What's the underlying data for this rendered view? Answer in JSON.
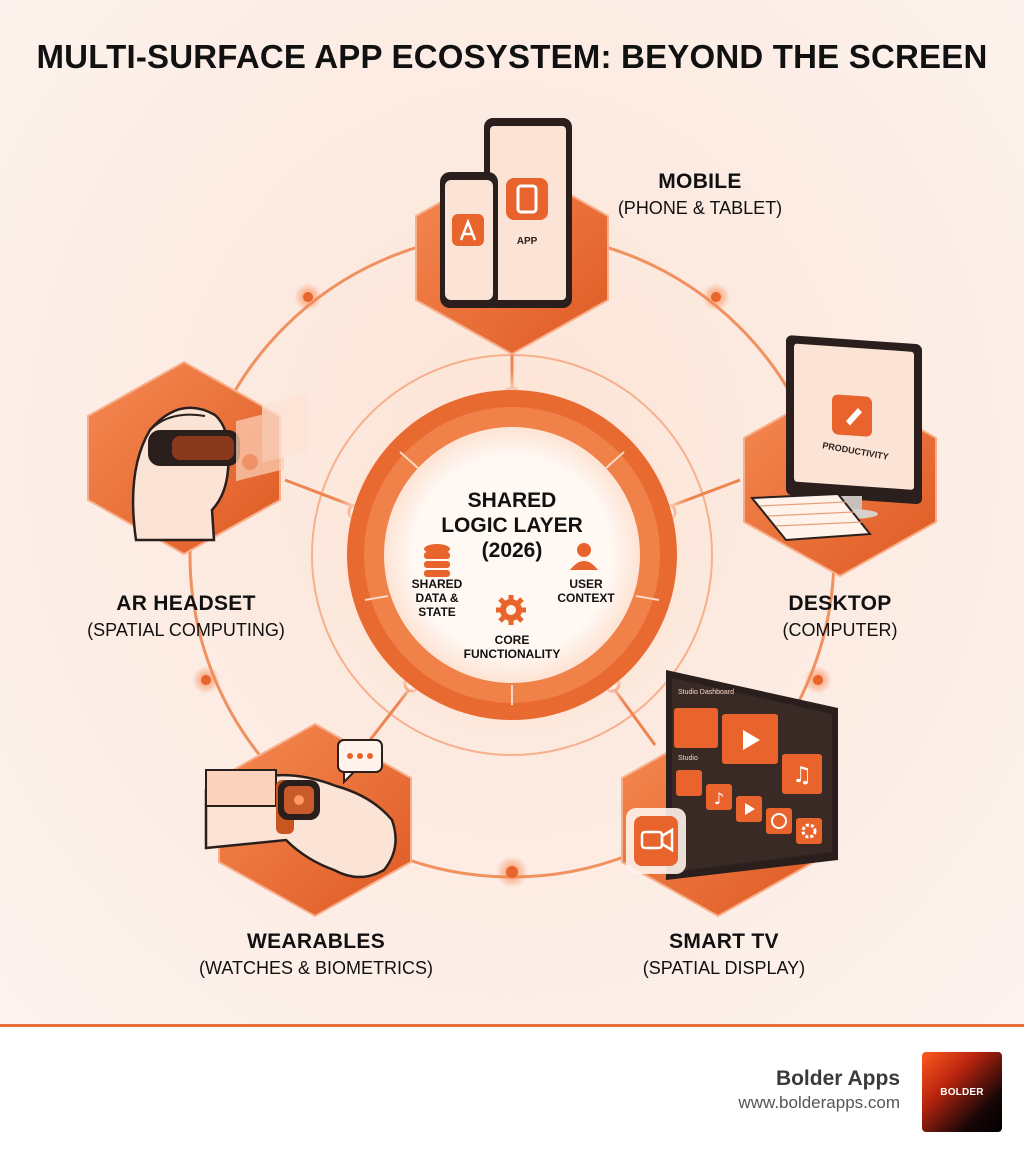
{
  "title": "MULTI-SURFACE APP ECOSYSTEM: BEYOND THE SCREEN",
  "core": {
    "title_line1": "SHARED",
    "title_line2": "LOGIC LAYER",
    "title_line3": "(2026)",
    "item_data_1": "SHARED",
    "item_data_2": "DATA &",
    "item_data_3": "STATE",
    "item_user_1": "USER",
    "item_user_2": "CONTEXT",
    "item_core_1": "CORE",
    "item_core_2": "FUNCTIONALITY"
  },
  "surfaces": {
    "mobile": {
      "name": "MOBILE",
      "desc": "(PHONE & TABLET)",
      "screen_label": "APP"
    },
    "desktop": {
      "name": "DESKTOP",
      "desc": "(COMPUTER)",
      "screen_label": "PRODUCTIVITY"
    },
    "ar": {
      "name": "AR HEADSET",
      "desc": "(SPATIAL COMPUTING)"
    },
    "wearables": {
      "name": "WEARABLES",
      "desc": "(WATCHES & BIOMETRICS)"
    },
    "tv": {
      "name": "SMART TV",
      "desc": "(SPATIAL DISPLAY)",
      "screen_label": "Studio Dashboard",
      "row_label": "Studio"
    }
  },
  "footer": {
    "brand": "Bolder Apps",
    "url": "www.bolderapps.com",
    "logo_text": "BOLDER"
  },
  "colors": {
    "accent": "#e8642c",
    "accent_dark": "#c94a1c",
    "accent_light": "#f7a57c",
    "background": "#fde9df"
  },
  "icons": [
    "database-icon",
    "user-icon",
    "gear-icon",
    "app-store-icon",
    "pencil-icon",
    "play-icon",
    "music-note-icon",
    "video-camera-icon",
    "chat-bubble-icon"
  ]
}
